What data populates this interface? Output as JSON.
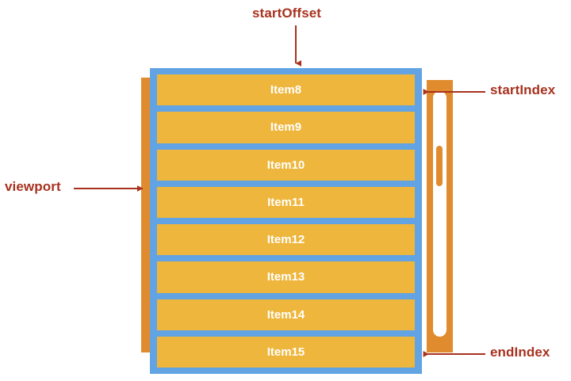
{
  "diagram": {
    "title": "virtual list viewport diagram",
    "colors": {
      "annotation": "#a8321f",
      "viewport_container": "#62a4e3",
      "item": "#eeb63c",
      "item_text": "#ffffff",
      "scrollbar_track": "#e08c2e",
      "scrollbar_rail": "#ffffff",
      "scrollbar_thumb": "#e08c2e",
      "background": "#ffffff"
    },
    "annotations": [
      {
        "id": "startOffset",
        "label": "startOffset",
        "direction": "down",
        "target": "top-edge-of-list-container"
      },
      {
        "id": "startIndex",
        "label": "startIndex",
        "direction": "left",
        "target": "first-visible-item"
      },
      {
        "id": "endIndex",
        "label": "endIndex",
        "direction": "left",
        "target": "last-visible-item"
      },
      {
        "id": "viewport",
        "label": "viewport",
        "direction": "right",
        "target": "viewport-bar"
      }
    ],
    "items": [
      {
        "label": "Item8"
      },
      {
        "label": "Item9"
      },
      {
        "label": "Item10"
      },
      {
        "label": "Item11"
      },
      {
        "label": "Item12"
      },
      {
        "label": "Item13"
      },
      {
        "label": "Item14"
      },
      {
        "label": "Item15"
      }
    ],
    "scrollbar": {
      "thumb_position_pct": 27,
      "thumb_size_pct": 16
    }
  }
}
